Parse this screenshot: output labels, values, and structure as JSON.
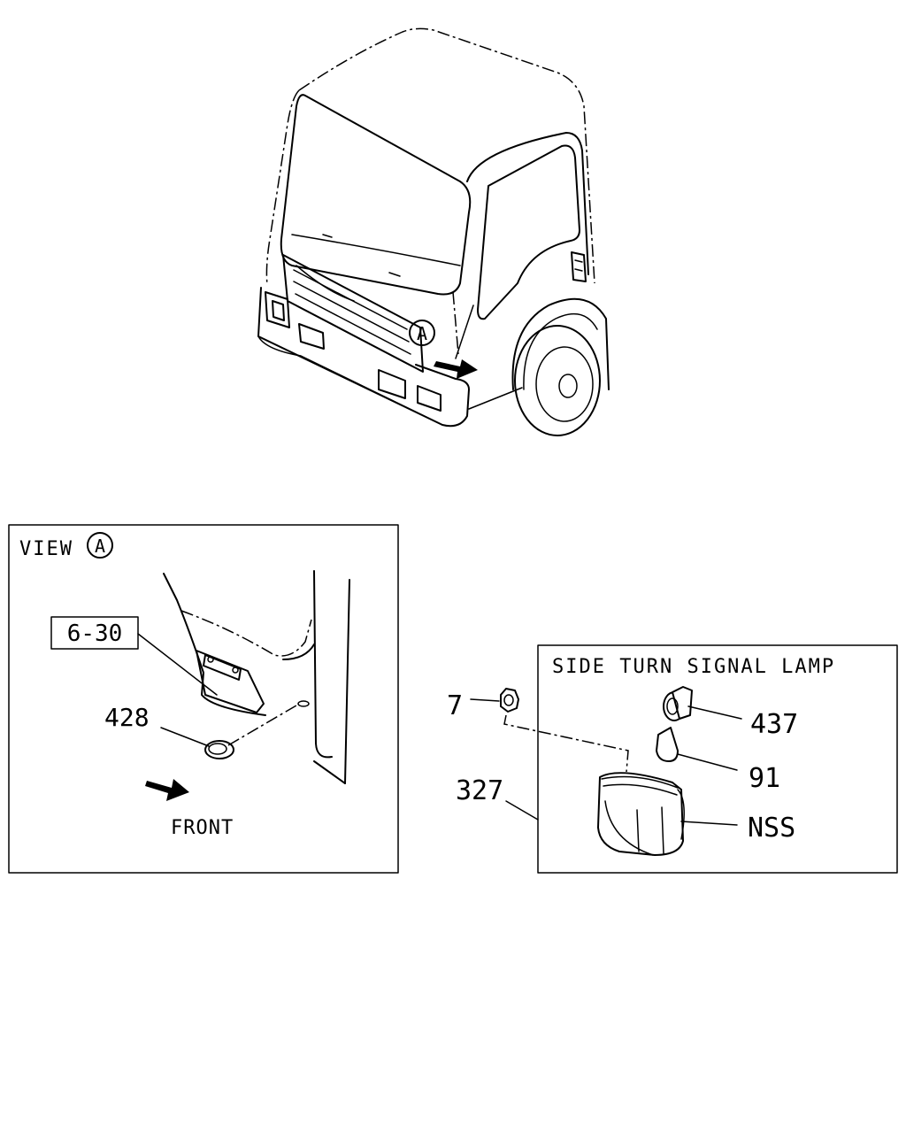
{
  "view_label": {
    "prefix": "VIEW",
    "letter": "A"
  },
  "view_marker_letter": "A",
  "front_label": "FRONT",
  "lamp_panel_title": "SIDE TURN SIGNAL LAMP",
  "callouts": {
    "ref_6_30": "6-30",
    "p428": "428",
    "p7": "7",
    "p437": "437",
    "p91": "91",
    "p327": "327",
    "nss": "NSS"
  }
}
